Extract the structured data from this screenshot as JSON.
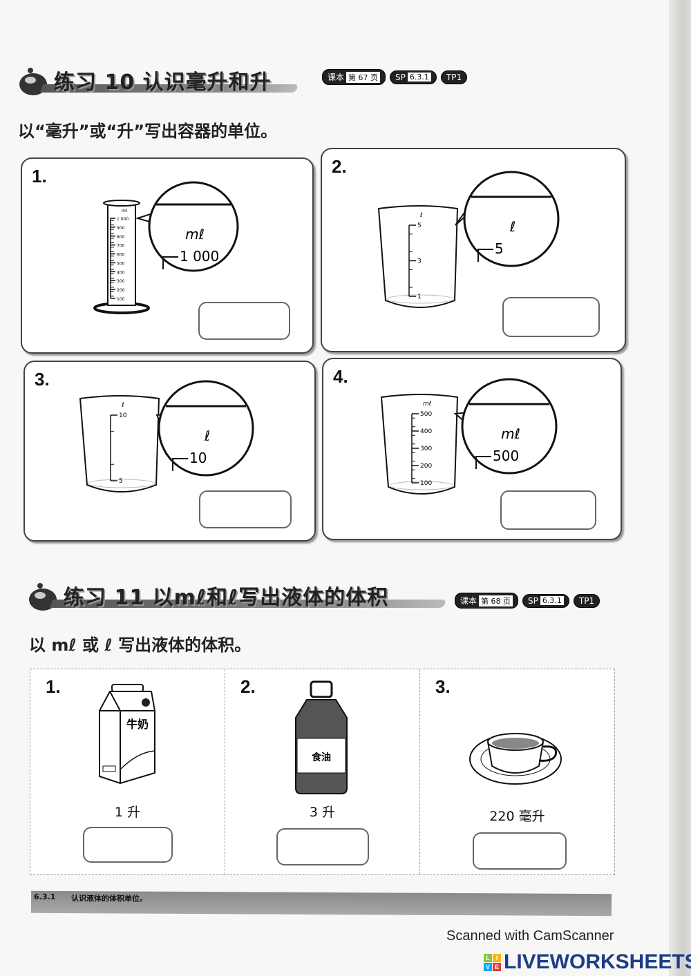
{
  "exercise10": {
    "title": "练习 10 认识毫升和升",
    "tags": {
      "textbook": "课本",
      "textbook_page_prefix": "第",
      "textbook_page": "67",
      "textbook_page_suffix": "页",
      "sp": "SP",
      "sp_code": "6.3.1",
      "tp": "TP1"
    },
    "instruction": "以“毫升”或“升”写出容器的单位。",
    "items": [
      {
        "number": "1.",
        "container": "measuring-cylinder",
        "scale_unit": "mℓ",
        "scale_labels": [
          "1 000",
          "900",
          "800",
          "700",
          "600",
          "500",
          "400",
          "300",
          "200",
          "100"
        ],
        "zoom_unit": "mℓ",
        "zoom_value": "1 000",
        "answer": ""
      },
      {
        "number": "2.",
        "container": "beaker",
        "scale_unit": "ℓ",
        "scale_labels": [
          "5",
          "3",
          "1"
        ],
        "zoom_unit": "ℓ",
        "zoom_value": "5",
        "answer": ""
      },
      {
        "number": "3.",
        "container": "beaker",
        "scale_unit": "ℓ",
        "scale_labels": [
          "10",
          "5"
        ],
        "zoom_unit": "ℓ",
        "zoom_value": "10",
        "answer": ""
      },
      {
        "number": "4.",
        "container": "beaker",
        "scale_unit": "mℓ",
        "scale_labels": [
          "500",
          "400",
          "300",
          "200",
          "100"
        ],
        "zoom_unit": "mℓ",
        "zoom_value": "500",
        "answer": ""
      }
    ]
  },
  "exercise11": {
    "title": "练习 11 以mℓ和ℓ写出液体的体积",
    "tags": {
      "textbook": "课本",
      "textbook_page_prefix": "第",
      "textbook_page": "68",
      "textbook_page_suffix": "页",
      "sp": "SP",
      "sp_code": "6.3.1",
      "tp": "TP1"
    },
    "instruction": "以 mℓ 或 ℓ 写出液体的体积。",
    "items": [
      {
        "number": "1.",
        "object": "milk-carton",
        "label": "牛奶",
        "quantity": "1 升",
        "answer": ""
      },
      {
        "number": "2.",
        "object": "cooking-oil-bottle",
        "label": "食油",
        "quantity": "3 升",
        "answer": ""
      },
      {
        "number": "3.",
        "object": "coffee-cup",
        "quantity": "220 毫升",
        "answer": ""
      }
    ]
  },
  "footer": {
    "code": "6.3.1",
    "text": "认识液体的体积单位。"
  },
  "watermark": {
    "scanner": "Scanned with CamScanner",
    "brand": "LIVEWORKSHEETS"
  }
}
